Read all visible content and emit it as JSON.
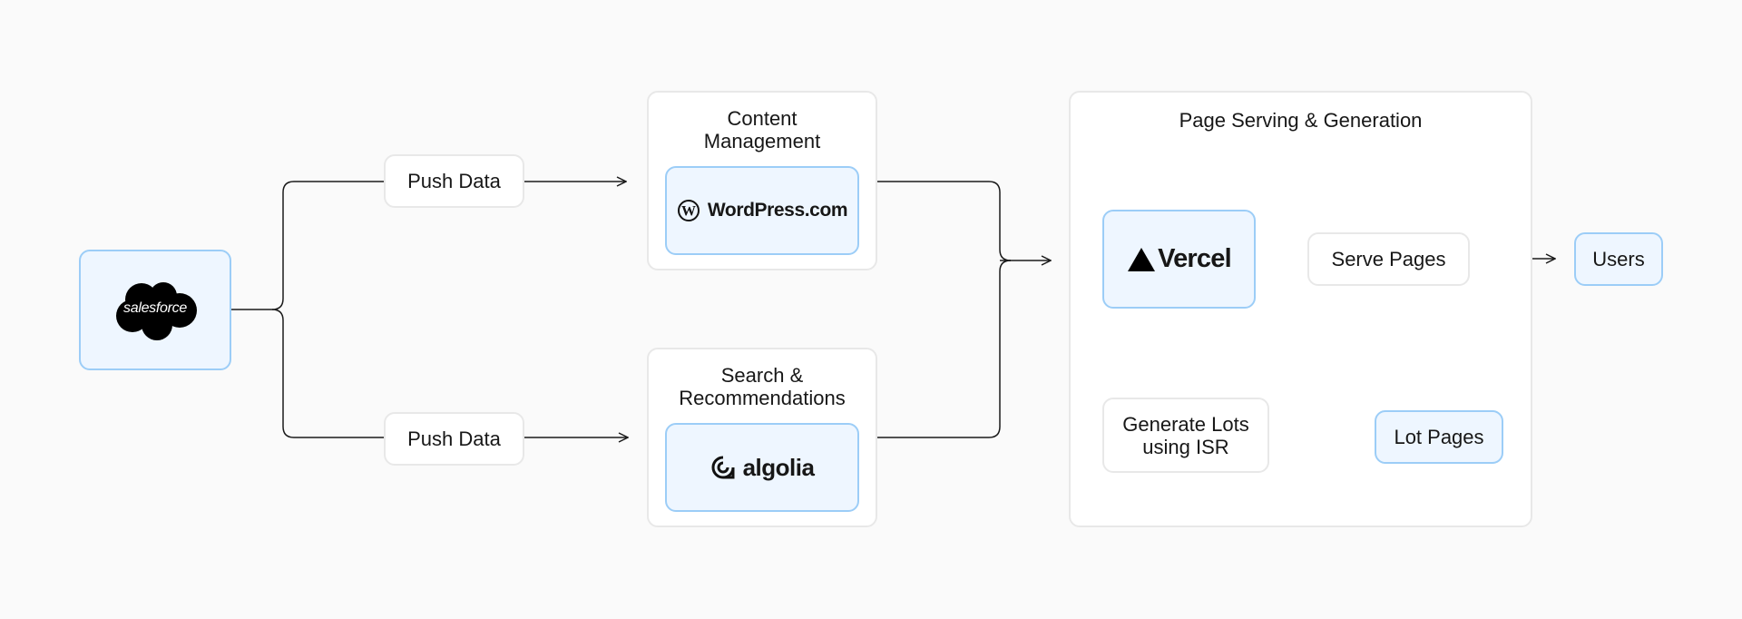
{
  "sources": {
    "salesforce": {
      "logo_text": "salesforce",
      "icon": "salesforce-cloud-icon"
    }
  },
  "edges": {
    "push_top": "Push Data",
    "push_bottom": "Push Data"
  },
  "content_management": {
    "title_line1": "Content",
    "title_line2": "Management",
    "logo_text": "WordPress.com",
    "icon": "wordpress-icon"
  },
  "search": {
    "title_line1": "Search &",
    "title_line2": "Recommendations",
    "logo_text": "algolia",
    "icon": "algolia-icon"
  },
  "page_serving": {
    "title": "Page Serving & Generation",
    "vercel_text": "Vercel",
    "vercel_icon": "vercel-triangle-icon",
    "serve_pages": "Serve Pages",
    "generate_line1": "Generate Lots",
    "generate_line2": "using ISR",
    "lot_pages": "Lot Pages"
  },
  "users": "Users",
  "colors": {
    "background": "#fafafa",
    "node_border": "#e8e8e8",
    "highlight_fill": "#eef6ff",
    "highlight_border": "#9ccdf7",
    "connector": "#1a1a1a"
  }
}
